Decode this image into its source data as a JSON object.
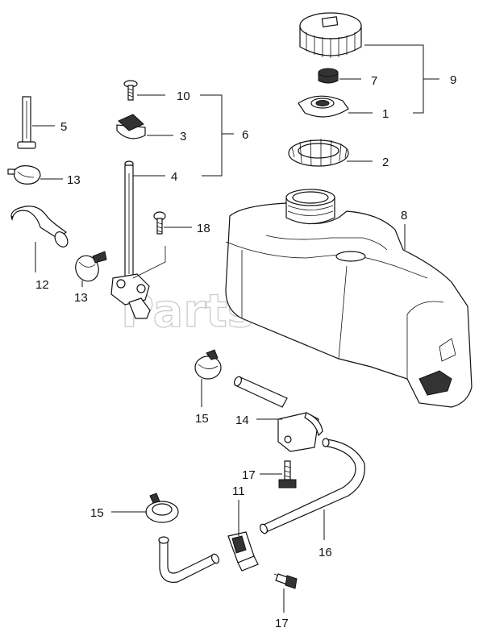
{
  "watermark": {
    "text": "PartsTree",
    "trademark": "™"
  },
  "callouts": {
    "c1": "1",
    "c2": "2",
    "c3": "3",
    "c4": "4",
    "c5": "5",
    "c6": "6",
    "c7": "7",
    "c8": "8",
    "c9": "9",
    "c10": "10",
    "c11": "11",
    "c12": "12",
    "c13a": "13",
    "c13b": "13",
    "c14": "14",
    "c15a": "15",
    "c15b": "15",
    "c16": "16",
    "c17a": "17",
    "c17b": "17",
    "c18": "18"
  }
}
